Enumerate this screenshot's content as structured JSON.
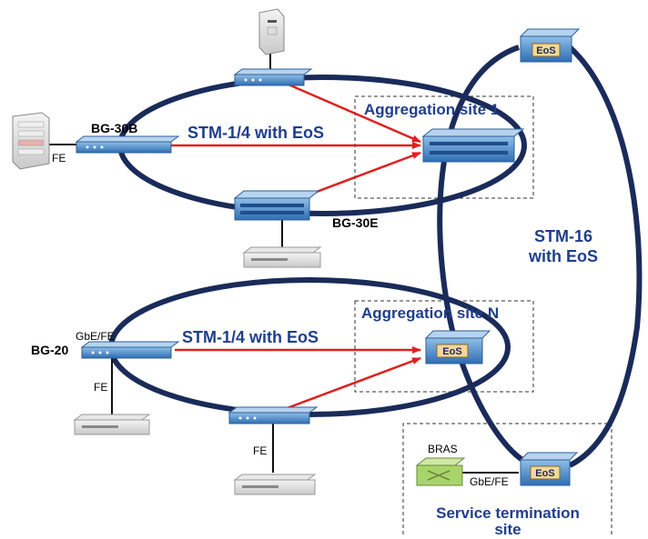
{
  "colors": {
    "ring": "#1a2b5a",
    "arrow": "#e02020",
    "label_blue": "#1f3e8c",
    "device_blue": "#3d7fc9",
    "eos_badge": "#f2d79a",
    "bras": "#a9d46b"
  },
  "labels": {
    "bg30b": "BG-30B",
    "bg30e": "BG-30E",
    "bg20": "BG-20",
    "fe_top_left": "FE",
    "fe_left": "FE",
    "fe_bottom": "FE",
    "gbe_fe_left": "GbE/FE",
    "gbe_fe_right": "GbE/FE",
    "ring_top": "STM-1/4 with EoS",
    "ring_bottom": "STM-1/4 with EoS",
    "agg_site_1": "Aggregation site 1",
    "agg_site_n": "Aggregation site N",
    "stm16_line1": "STM-16",
    "stm16_line2": "with EoS",
    "service_line1": "Service termination",
    "service_line2": "site",
    "bras": "BRAS",
    "eos_top": "EoS",
    "eos_agg_n": "EoS",
    "eos_service": "EoS"
  }
}
